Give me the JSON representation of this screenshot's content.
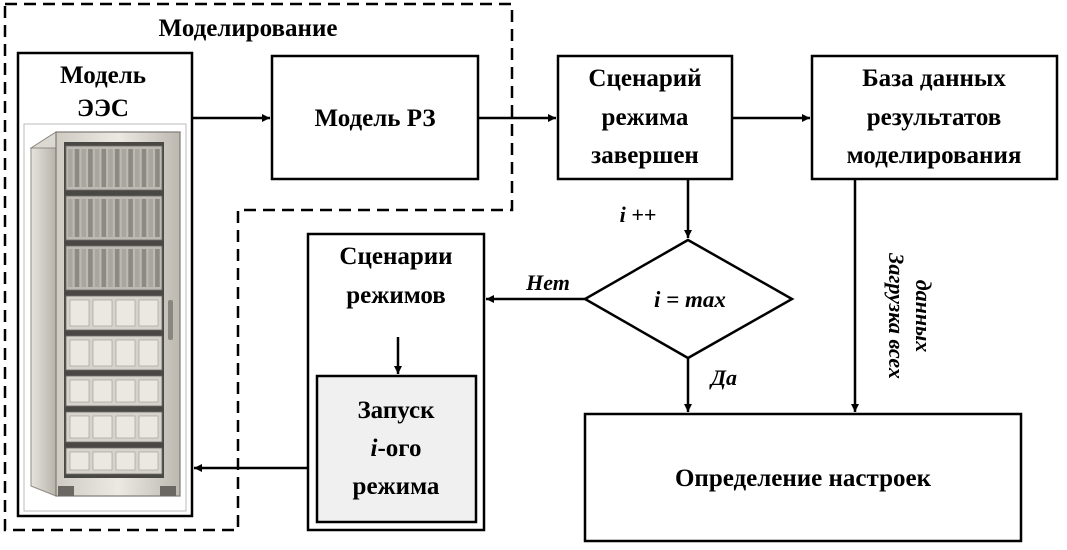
{
  "diagram": {
    "group_title": "Моделирование",
    "model_ees": {
      "line1": "Модель",
      "line2": "ЭЭС"
    },
    "model_rz": "Модель РЗ",
    "scenario_done": {
      "line1": "Сценарий",
      "line2": "режима",
      "line3": "завершен"
    },
    "database": {
      "line1": "База данных",
      "line2": "результатов",
      "line3": "моделирования"
    },
    "increment_label": "i ++",
    "decision": "i = max",
    "no_label": "Нет",
    "yes_label": "Да",
    "scenarios": {
      "line1": "Сценарии",
      "line2": "режимов"
    },
    "launch": {
      "line1": "Запуск",
      "line2_i": "i",
      "line2_rest": "-ого",
      "line3": "режима"
    },
    "load_all": {
      "line1": "Загрузка всех",
      "line2": "данных"
    },
    "settings": "Определение настроек"
  }
}
